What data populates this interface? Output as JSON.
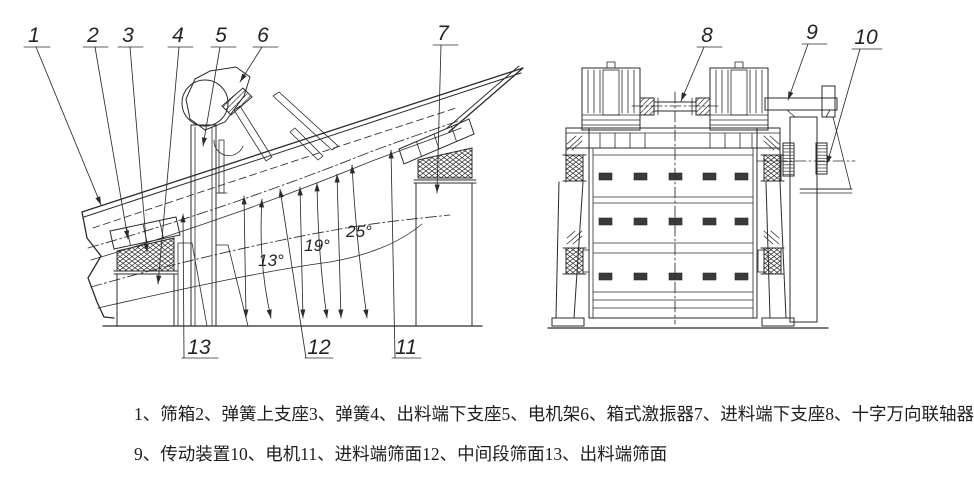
{
  "callouts": {
    "top": [
      "1",
      "2",
      "3",
      "4",
      "5",
      "6",
      "7",
      "8",
      "9",
      "10"
    ],
    "bottom": [
      "13",
      "12",
      "11"
    ]
  },
  "angles": [
    "13°",
    "19°",
    "25°"
  ],
  "legend": {
    "row1": [
      "1、筛箱",
      "2、弹簧上支座",
      "3、弹簧",
      "4、出料端下支座",
      "5、电机架",
      "6、箱式激振器",
      "7、进料端下支座",
      "8、十字万向联轴器"
    ],
    "row2": [
      "9、传动装置",
      "10、电机",
      "11、进料端筛面",
      "12、中间段筛面",
      "13、出料端筛面"
    ]
  },
  "colors": {
    "line": "#2b2b2b",
    "background": "#ffffff"
  }
}
